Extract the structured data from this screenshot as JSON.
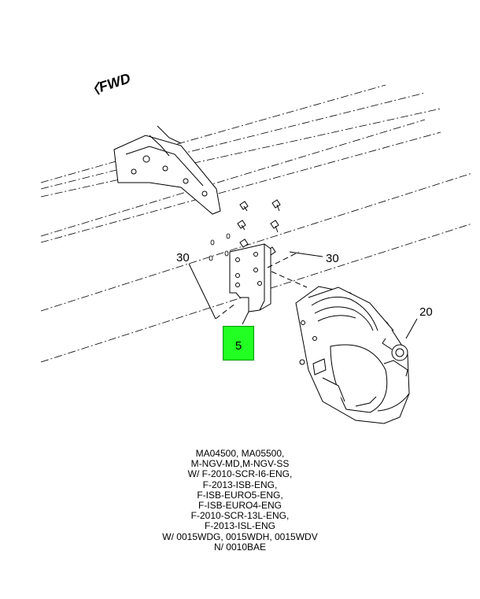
{
  "diagram": {
    "fwd_label": "FWD",
    "callouts": {
      "left_30": "30",
      "right_30": "30",
      "part_20": "20",
      "part_5": "5"
    },
    "highlight_color": "#22ff22"
  },
  "notes": {
    "lines": [
      "MA04500, MA05500,",
      "M-NGV-MD,M-NGV-SS",
      "W/ F-2010-SCR-I6-ENG,",
      "F-2013-ISB-ENG,",
      "F-ISB-EURO5-ENG,",
      "F-ISB-EURO4-ENG",
      "F-2010-SCR-13L-ENG,",
      "F-2013-ISL-ENG",
      "W/ 0015WDG, 0015WDH, 0015WDV",
      "N/ 0010BAE"
    ]
  }
}
